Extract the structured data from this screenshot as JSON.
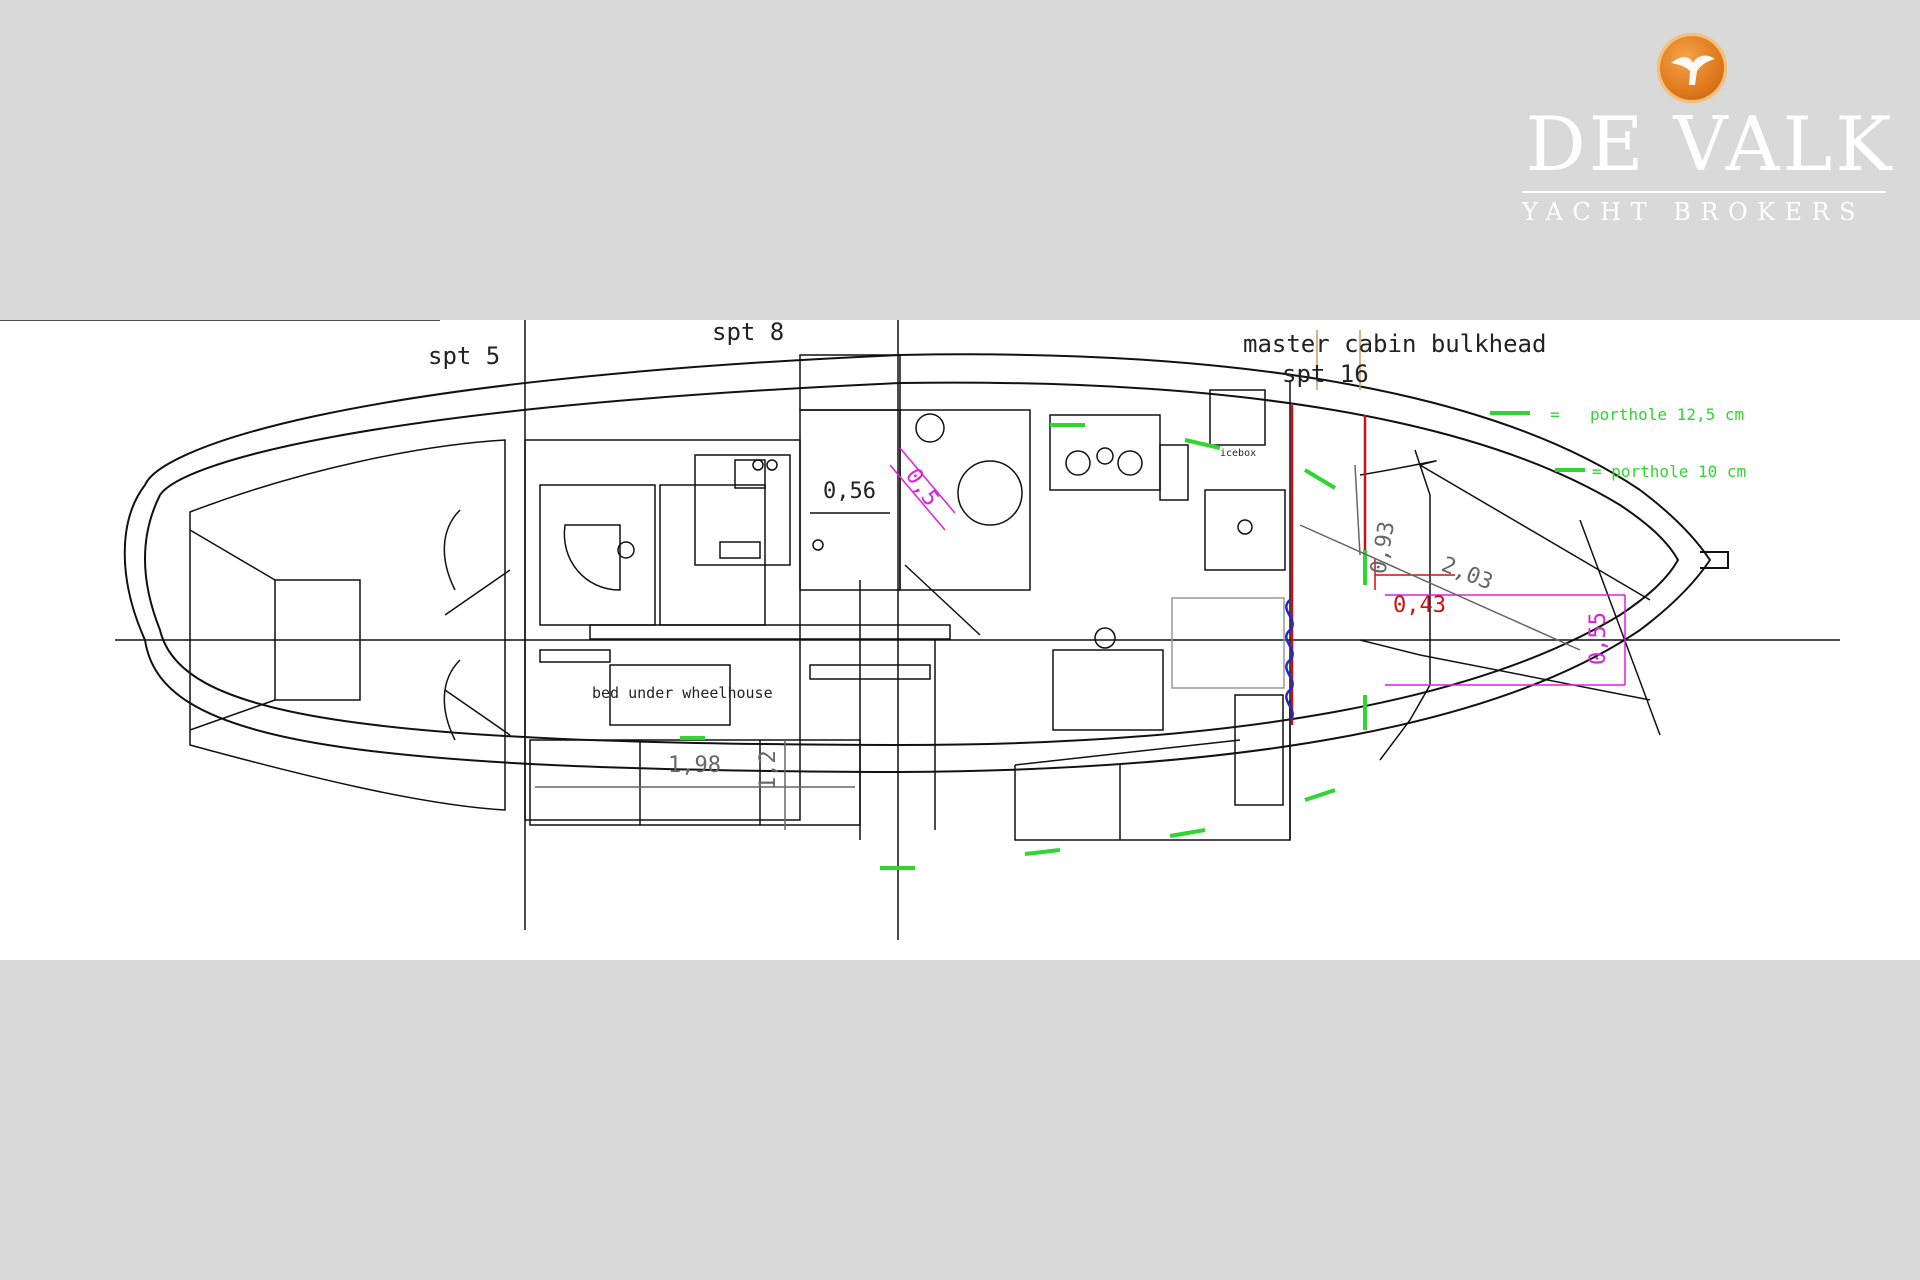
{
  "brand": {
    "name": "DE VALK",
    "tagline": "YACHT BROKERS",
    "logo": "flying-bird-logo",
    "colors": {
      "logo": "#e07a1c",
      "text": "#ffffff",
      "background": "#d9d9d9"
    }
  },
  "plan": {
    "station_labels": {
      "spt5": "spt 5",
      "spt8": "spt 8",
      "spt16": "spt 16"
    },
    "bulkhead_label": "master cabin bulkhead",
    "legend": {
      "porthole_large": "porthole 12,5 cm",
      "porthole_large_eq": "=",
      "porthole_small": "= porthole 10 cm"
    },
    "annotations": {
      "bed": "bed under wheelhouse",
      "icebox": "icebox"
    },
    "dimensions": {
      "d056": "0,56",
      "d05": "0,5",
      "d093": "0,93",
      "d203": "2,03",
      "d043": "0,43",
      "d055": "0,55",
      "d198": "1,98",
      "d12": "1,2"
    },
    "colors": {
      "lines": "#111111",
      "porthole": "#2fd62f",
      "dimension_magenta": "#e020e0",
      "dimension_red": "#d01010",
      "bulkhead": "#cc1111",
      "hinge": "#1f2ad0"
    }
  }
}
